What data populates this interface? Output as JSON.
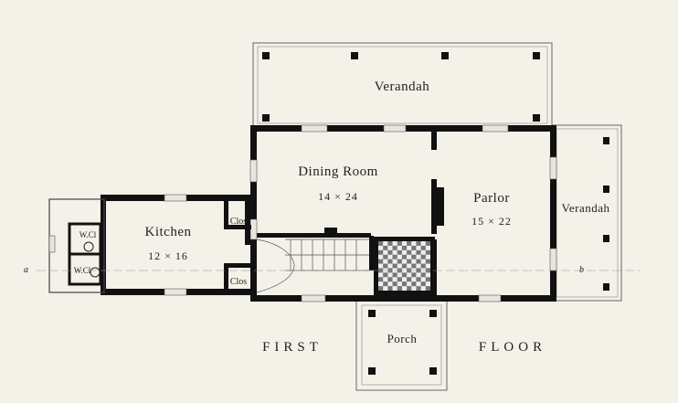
{
  "rooms": {
    "verandah_top": {
      "label": "Verandah"
    },
    "dining": {
      "label": "Dining Room",
      "dims": "14 × 24"
    },
    "parlor": {
      "label": "Parlor",
      "dims": "15 × 22"
    },
    "verandah_right": {
      "label": "Verandah"
    },
    "kitchen": {
      "label": "Kitchen",
      "dims": "12 × 16"
    },
    "closet_upper": {
      "label": "Clos"
    },
    "closet_lower": {
      "label": "Clos"
    },
    "wc_upper": {
      "label": "W.Cl"
    },
    "wc_lower": {
      "label": "W.Cl"
    },
    "porch": {
      "label": "Porch"
    }
  },
  "markers": {
    "a": "a",
    "b": "b"
  },
  "caption": {
    "left": "FIRST",
    "right": "FLOOR"
  }
}
